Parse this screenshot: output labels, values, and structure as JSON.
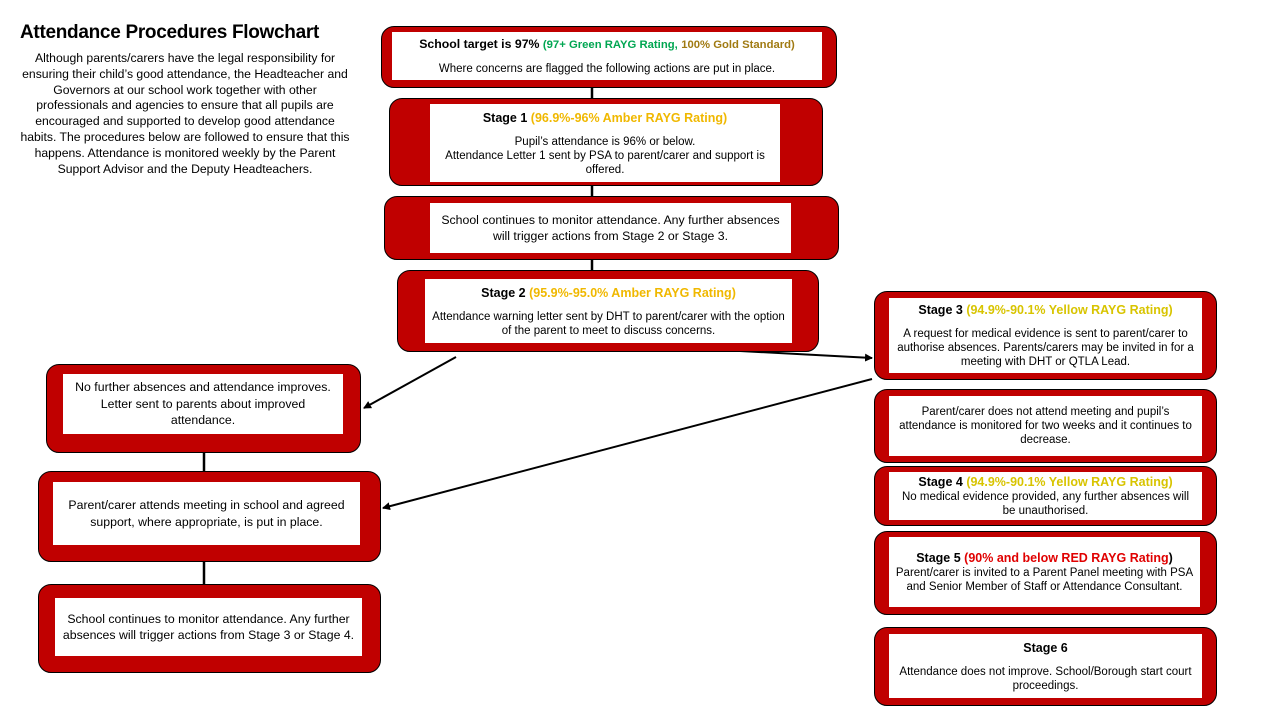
{
  "title": "Attendance Procedures Flowchart",
  "intro": "Although parents/carers have the legal responsibility for ensuring their child’s good attendance, the Headteacher and Governors at our school work together with other professionals and agencies to ensure that all pupils are encouraged and supported to develop good attendance habits. The procedures below are followed to ensure that this happens. Attendance is monitored weekly by the Parent Support Advisor and the Deputy Headteachers.",
  "colors": {
    "box_red": "#c00000",
    "amber": "#f0b800",
    "yellow": "#d8c400",
    "green": "#00a651",
    "gold": "#a07a12",
    "red": "#e00000"
  },
  "target": {
    "head": "School target is 97%",
    "green": "(97+ Green RAYG Rating,",
    "gold": "100% Gold Standard)",
    "body": "Where concerns are flagged the following actions are put in place."
  },
  "stage1": {
    "head": "Stage 1",
    "rating": "(96.9%-96% Amber RAYG Rating)",
    "line1": "Pupil’s attendance is 96% or below.",
    "line2": "Attendance Letter 1 sent by PSA to parent/carer and support is offered."
  },
  "monitor1": "School continues to monitor attendance. Any further absences will trigger actions from Stage 2 or Stage 3.",
  "stage2": {
    "head": "Stage 2",
    "rating": "(95.9%-95.0% Amber RAYG Rating)",
    "body": "Attendance warning letter sent by DHT to parent/carer with the option of the parent to meet to discuss concerns."
  },
  "improves": "No further absences and attendance improves. Letter sent to parents about improved attendance.",
  "attends": "Parent/carer attends meeting in school and agreed support, where appropriate, is put in place.",
  "monitor2": "School continues to monitor attendance. Any further absences will trigger actions from Stage 3 or Stage 4.",
  "stage3": {
    "head": "Stage 3",
    "rating": "(94.9%-90.1% Yellow RAYG Rating)",
    "body": "A request for medical evidence is sent to parent/carer to authorise absences. Parents/carers may be invited in for a meeting with DHT or QTLA Lead."
  },
  "notattend": "Parent/carer does not attend meeting and pupil’s attendance is monitored for two weeks and it continues to decrease.",
  "stage4": {
    "head": "Stage 4",
    "rating": "(94.9%-90.1% Yellow RAYG Rating)",
    "body": "No medical evidence provided, any further absences will be unauthorised."
  },
  "stage5": {
    "head": "Stage 5",
    "rating": "(90% and below RED RAYG Rating",
    "close": ")",
    "body": "Parent/carer is invited to a Parent Panel meeting with PSA and Senior Member of Staff or Attendance Consultant."
  },
  "stage6": {
    "head": "Stage 6",
    "body": "Attendance does not improve. School/Borough start court proceedings."
  }
}
